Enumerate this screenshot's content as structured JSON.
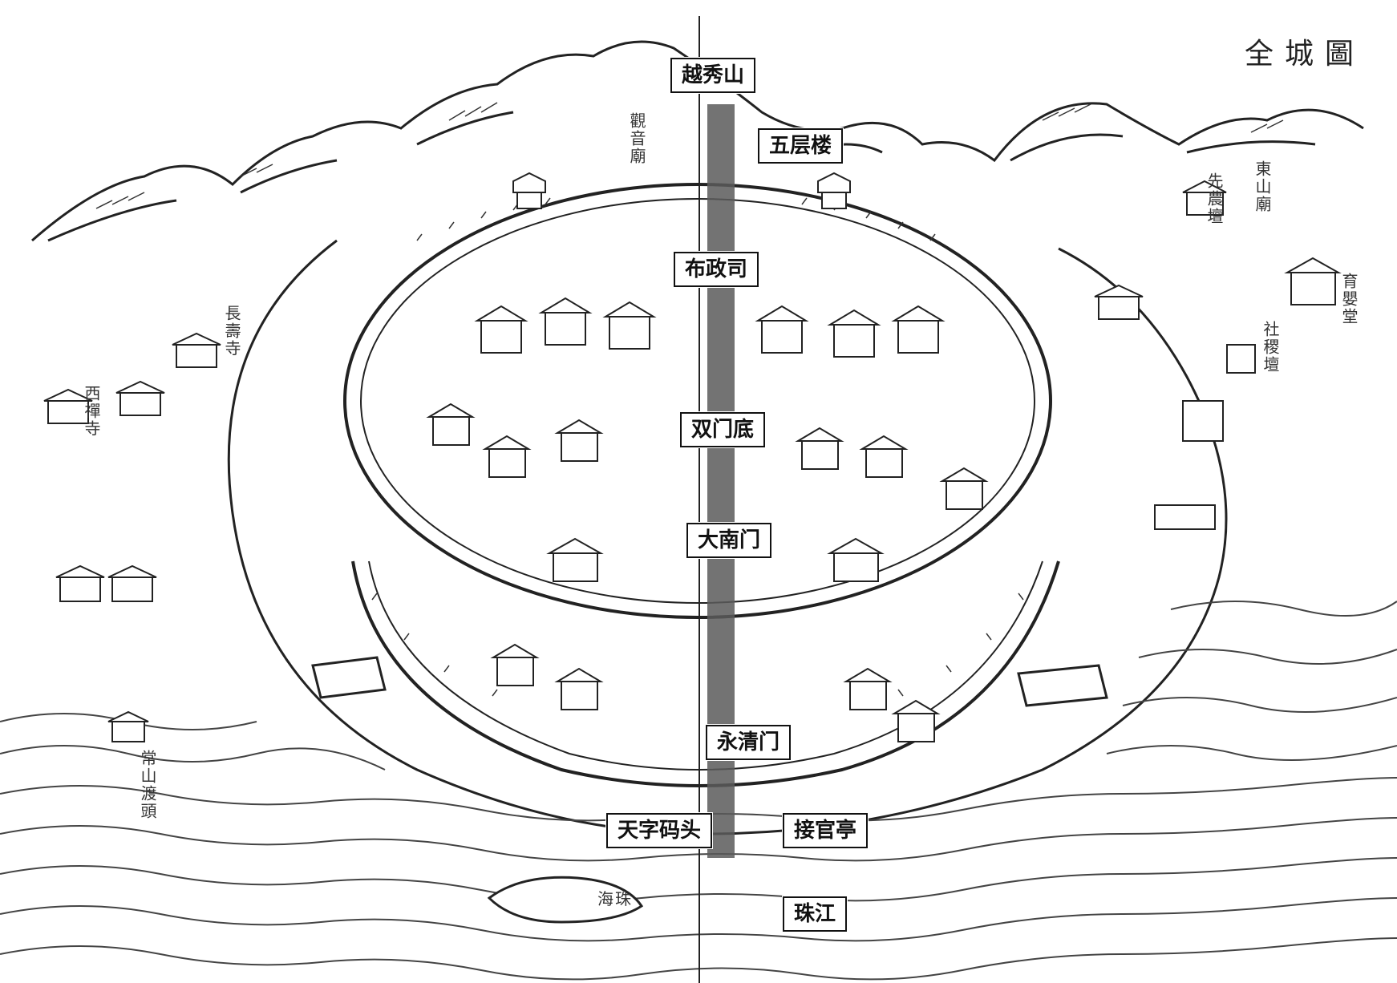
{
  "map": {
    "title": "全城圖",
    "colors": {
      "ink": "#222222",
      "paper": "#ffffff",
      "axis": "#5a5a5a",
      "water": "#444444"
    },
    "axis_labels": [
      {
        "id": "yuexiushan",
        "text": "越秀山"
      },
      {
        "id": "wucenglou",
        "text": "五层楼"
      },
      {
        "id": "buzhengsi",
        "text": "布政司"
      },
      {
        "id": "shuangmendi",
        "text": "双门底"
      },
      {
        "id": "danamen",
        "text": "大南门"
      },
      {
        "id": "yongqingmen",
        "text": "永清门"
      },
      {
        "id": "tianzimatou",
        "text": "天字码头"
      },
      {
        "id": "jieguanting",
        "text": "接官亭"
      },
      {
        "id": "zhujiang",
        "text": "珠江"
      }
    ],
    "woodcut_labels": [
      {
        "id": "dongshanmiao",
        "text": "東山廟"
      },
      {
        "id": "yuyingtang",
        "text": "育嬰堂"
      },
      {
        "id": "sheji-tan",
        "text": "社稷壇"
      },
      {
        "id": "xianzhi-tang",
        "text": "先農壇"
      },
      {
        "id": "changshou-si",
        "text": "長壽寺"
      },
      {
        "id": "xichan-si",
        "text": "西禪寺"
      },
      {
        "id": "changshan-dutou",
        "text": "常山渡頭"
      },
      {
        "id": "haizhu",
        "text": "海珠"
      },
      {
        "id": "guanyin-miao",
        "text": "觀音廟"
      }
    ]
  }
}
